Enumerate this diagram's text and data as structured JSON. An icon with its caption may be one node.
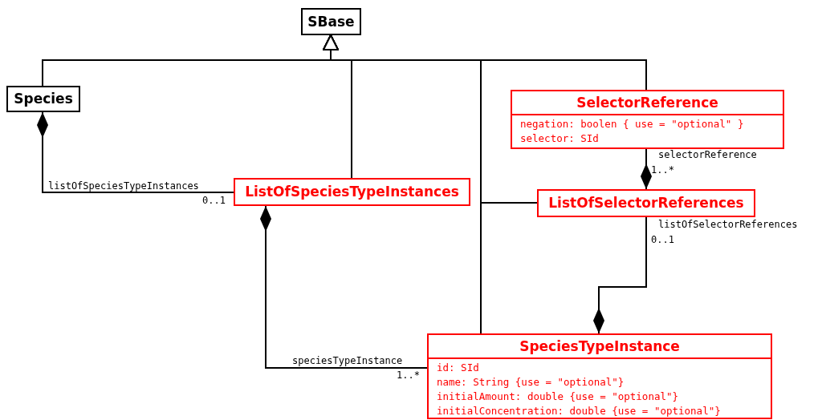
{
  "diagram": {
    "nodes": [
      {
        "text": [
          "SBase"
        ]
      },
      {
        "text": [
          "Species"
        ]
      },
      {
        "text": [
          "ListOfSpeciesTypeInstances"
        ]
      },
      {
        "text": [
          "SelectorReference",
          "negation: boolen { use = \"optional\" }",
          "selector: SId"
        ]
      },
      {
        "text": [
          "ListOfSelectorReferences"
        ]
      },
      {
        "text": [
          "SpeciesTypeInstance",
          "id: SId",
          "name: String {use = \"optional\"}",
          "initialAmount: double {use = \"optional\"}",
          "initialConcentration: double {use = \"optional\"}"
        ]
      }
    ],
    "edges": [
      {
        "from": 1,
        "to": 0,
        "arrow": "to"
      },
      {
        "from": 2,
        "to": 0,
        "arrow": "to"
      },
      {
        "from": 5,
        "to": 0,
        "arrow": "to"
      },
      {
        "from": 3,
        "to": 0,
        "arrow": "to"
      },
      {
        "from": 4,
        "to": 0,
        "arrow": "to"
      },
      {
        "from": 1,
        "to": 2,
        "arrow": "other",
        "label": "listOfSpeciesTypeInstances"
      },
      {
        "from": 2,
        "to": 5,
        "arrow": "other",
        "label": "speciesTypeInstance"
      },
      {
        "from": 4,
        "to": 3,
        "arrow": "other",
        "label": "selectorReference"
      },
      {
        "from": 5,
        "to": 4,
        "arrow": "other",
        "label": "listOfSelectorReferences"
      }
    ],
    "labels": [
      "0..1",
      "1..*",
      "1..*",
      "0..1"
    ]
  }
}
